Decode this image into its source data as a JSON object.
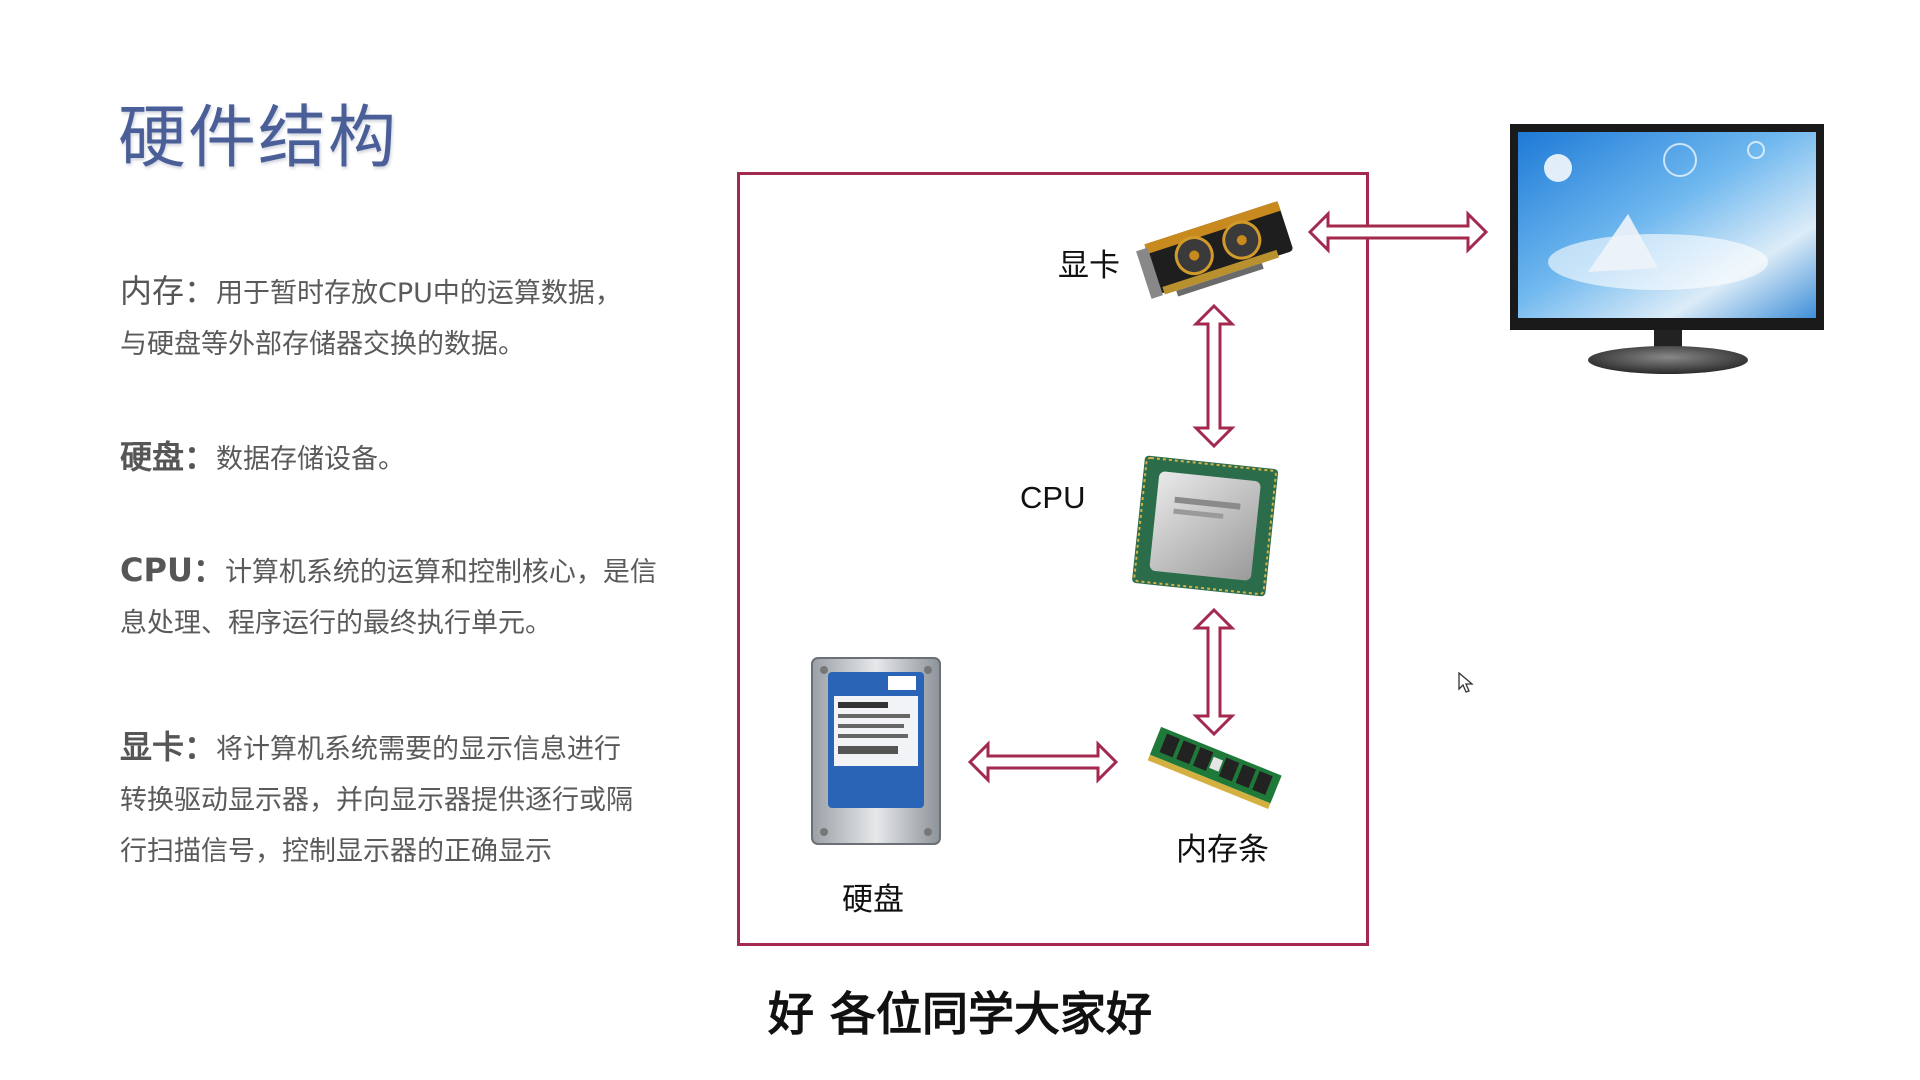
{
  "slide": {
    "title": "硬件结构"
  },
  "descriptions": {
    "memory": {
      "term": "内存：",
      "lines": [
        "用于暂时存放CPU中的运算数据，",
        "与硬盘等外部存储器交换的数据。"
      ]
    },
    "disk": {
      "term": "硬盘：",
      "lines": [
        "数据存储设备。"
      ]
    },
    "cpu": {
      "term": "CPU：",
      "lines": [
        "计算机系统的运算和控制核心，是信",
        "息处理、程序运行的最终执行单元。"
      ]
    },
    "gpu": {
      "term": "显卡：",
      "lines": [
        "将计算机系统需要的显示信息进行",
        "转换驱动显示器，并向显示器提供逐行或隔",
        "行扫描信号，控制显示器的正确显示"
      ]
    }
  },
  "diagram": {
    "labels": {
      "gpu": "显卡",
      "cpu": "CPU",
      "ram": "内存条",
      "disk": "硬盘"
    },
    "connections": [
      "gpu-monitor",
      "gpu-cpu",
      "cpu-ram",
      "disk-ram"
    ],
    "accent_color": "#a3294f"
  },
  "subtitle": "好 各位同学大家好",
  "icons": [
    "graphics-card-icon",
    "cpu-chip-icon",
    "ram-module-icon",
    "hard-disk-icon",
    "monitor-icon",
    "mouse-cursor-icon"
  ]
}
